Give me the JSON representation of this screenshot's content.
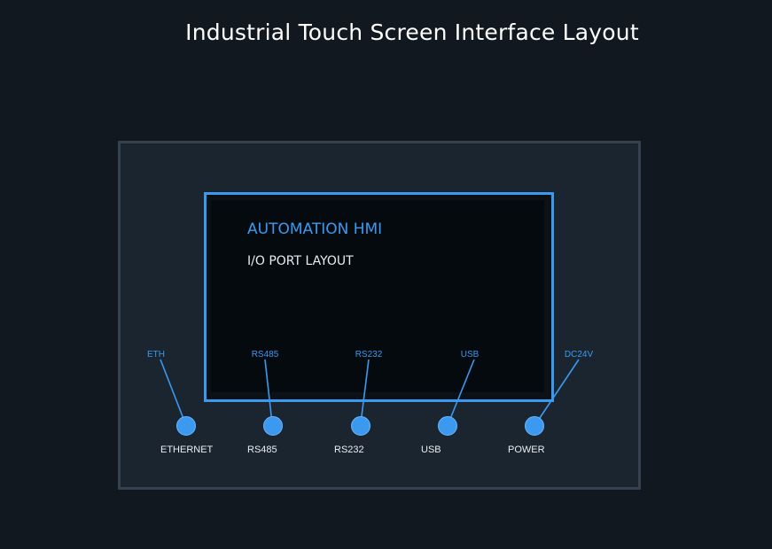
{
  "title": "Industrial Touch Screen Interface Layout",
  "screen": {
    "heading": "AUTOMATION HMI",
    "subheading": "I/O PORT LAYOUT"
  },
  "ports": [
    {
      "id": "ethernet",
      "signal": "ETH",
      "label": "ETHERNET"
    },
    {
      "id": "rs485",
      "signal": "RS485",
      "label": "RS485"
    },
    {
      "id": "rs232",
      "signal": "RS232",
      "label": "RS232"
    },
    {
      "id": "usb",
      "signal": "USB",
      "label": "USB"
    },
    {
      "id": "power",
      "signal": "DC24V",
      "label": "POWER"
    }
  ],
  "colors": {
    "background": "#111820",
    "panel": "#1b2530",
    "panel_border": "#35414e",
    "accent": "#3b9af0",
    "screen": "#050a0f",
    "text": "#e8edf2"
  }
}
